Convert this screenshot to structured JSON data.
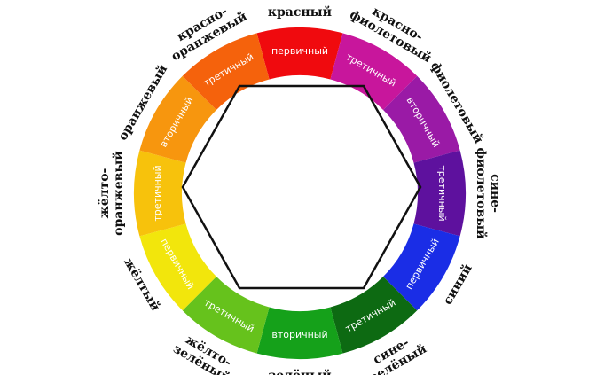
{
  "wheel": {
    "segments": [
      {
        "color": "#f00a0e",
        "inner": "первичный",
        "outer": [
          "красный"
        ]
      },
      {
        "color": "#c8169c",
        "inner": "третичный",
        "outer": [
          "красно-",
          "фиолетовый"
        ]
      },
      {
        "color": "#9a1aa6",
        "inner": "вторичный",
        "outer": [
          "фиолетовый"
        ]
      },
      {
        "color": "#5e119e",
        "inner": "третичный",
        "outer": [
          "сине-",
          "фиолетовый"
        ]
      },
      {
        "color": "#1a2de6",
        "inner": "первичный",
        "outer": [
          "синий"
        ]
      },
      {
        "color": "#0d6a12",
        "inner": "третичный",
        "outer": [
          "сине-",
          "зелёный"
        ]
      },
      {
        "color": "#15a11a",
        "inner": "вторичный",
        "outer": [
          "зелёный"
        ]
      },
      {
        "color": "#66c21c",
        "inner": "третичный",
        "outer": [
          "жёлто-",
          "зелёный"
        ]
      },
      {
        "color": "#f2e60c",
        "inner": "первичный",
        "outer": [
          "жёлтый"
        ]
      },
      {
        "color": "#f7c20c",
        "inner": "третичный",
        "outer": [
          "жёлто-",
          "оранжевый"
        ]
      },
      {
        "color": "#f7960e",
        "inner": "вторичный",
        "outer": [
          "оранжевый"
        ]
      },
      {
        "color": "#f5620c",
        "inner": "третичный",
        "outer": [
          "красно-",
          "оранжевый"
        ]
      }
    ]
  }
}
